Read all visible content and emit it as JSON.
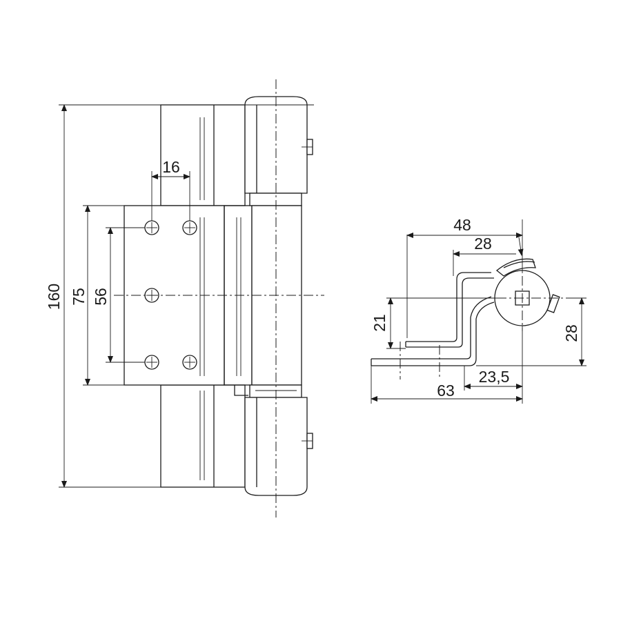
{
  "front_view": {
    "dims": {
      "total_height": "160",
      "plate_height": "75",
      "hole_spacing_vertical": "56",
      "hole_spacing_horizontal": "16"
    }
  },
  "section_view": {
    "dims": {
      "overall_offset": "48",
      "inner_offset": "28",
      "leaf_height": "21",
      "axis_height": "28",
      "overall_width": "63",
      "axis_offset": "23,5"
    }
  }
}
